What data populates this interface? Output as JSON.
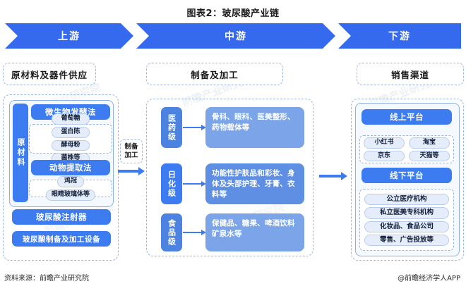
{
  "title": "图表2：玻尿酸产业链",
  "banner": {
    "segments": [
      {
        "label": "上游"
      },
      {
        "label": "中游"
      },
      {
        "label": "下游"
      }
    ]
  },
  "sections": {
    "upstream": {
      "header": "原材料及器件供应",
      "vertical_label": "原材料",
      "bars": [
        {
          "label": "微生物发酵法"
        },
        {
          "label": "动物提取法"
        },
        {
          "label": "玻尿酸注射器"
        },
        {
          "label": "玻尿酸制备及加工设备"
        }
      ],
      "fermentation_items": [
        "葡萄糖",
        "蛋白陈",
        "酵母粉",
        "菌株等"
      ],
      "animal_items": [
        "鸡冠",
        "眼睛玻璃体等"
      ]
    },
    "connector": {
      "label_line1": "制备",
      "label_line2": "加工"
    },
    "midstream": {
      "header": "制备及加工",
      "rows": [
        {
          "grade": "医药级",
          "content": "骨科、眼科、医美整形、药物载体等"
        },
        {
          "grade": "日化级",
          "content": "功能性护肤品和彩妆、身体及头部护理、牙膏、衣料等"
        },
        {
          "grade": "食品级",
          "content": "保健品、糖果、啤酒饮料矿泉水等"
        }
      ]
    },
    "downstream": {
      "header": "销售渠道",
      "online_label": "线上平台",
      "online_items": [
        "小红书",
        "淘宝",
        "京东",
        "天猫等"
      ],
      "offline_label": "线下平台",
      "offline_items": [
        "公立医疗机构",
        "私立医美专科机构",
        "化妆品、食品公司",
        "零售、广告投放等"
      ]
    }
  },
  "footer": {
    "source": "资料来源：前瞻产业研究院",
    "credit": "@前瞻经济学人APP"
  },
  "watermark": {
    "text": "前瞻产业研究院"
  },
  "colors": {
    "banner_blue": "#3569ee",
    "primary_blue": "#3d7bf0",
    "mid_blue": "#4c82e0",
    "light_blue": "#7ba5e8",
    "pill_bg": "#e5edfa",
    "dashed_border": "#9ab4e8"
  }
}
